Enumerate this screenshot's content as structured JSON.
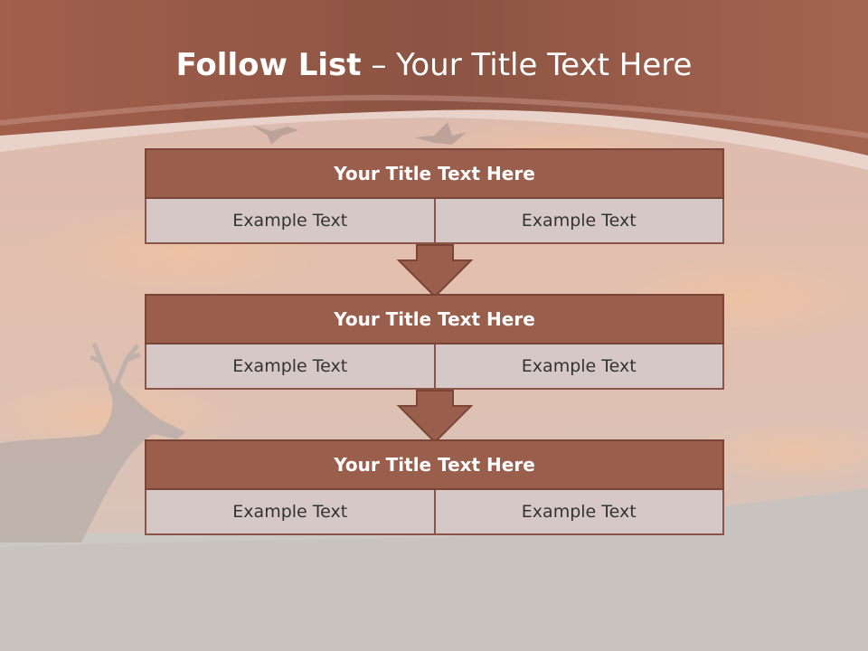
{
  "slide": {
    "title_bold": "Follow List",
    "title_light": " – Your Title Text Here"
  },
  "blocks": [
    {
      "title": "Your Title Text Here",
      "left": "Example Text",
      "right": "Example Text"
    },
    {
      "title": "Your Title Text Here",
      "left": "Example Text",
      "right": "Example Text"
    },
    {
      "title": "Your Title Text Here",
      "left": "Example Text",
      "right": "Example Text"
    }
  ],
  "colors": {
    "header": "#9a5e4c",
    "cell": "#d6c8c6",
    "banner": "#8c5443",
    "ground": "#ccc8c4"
  }
}
